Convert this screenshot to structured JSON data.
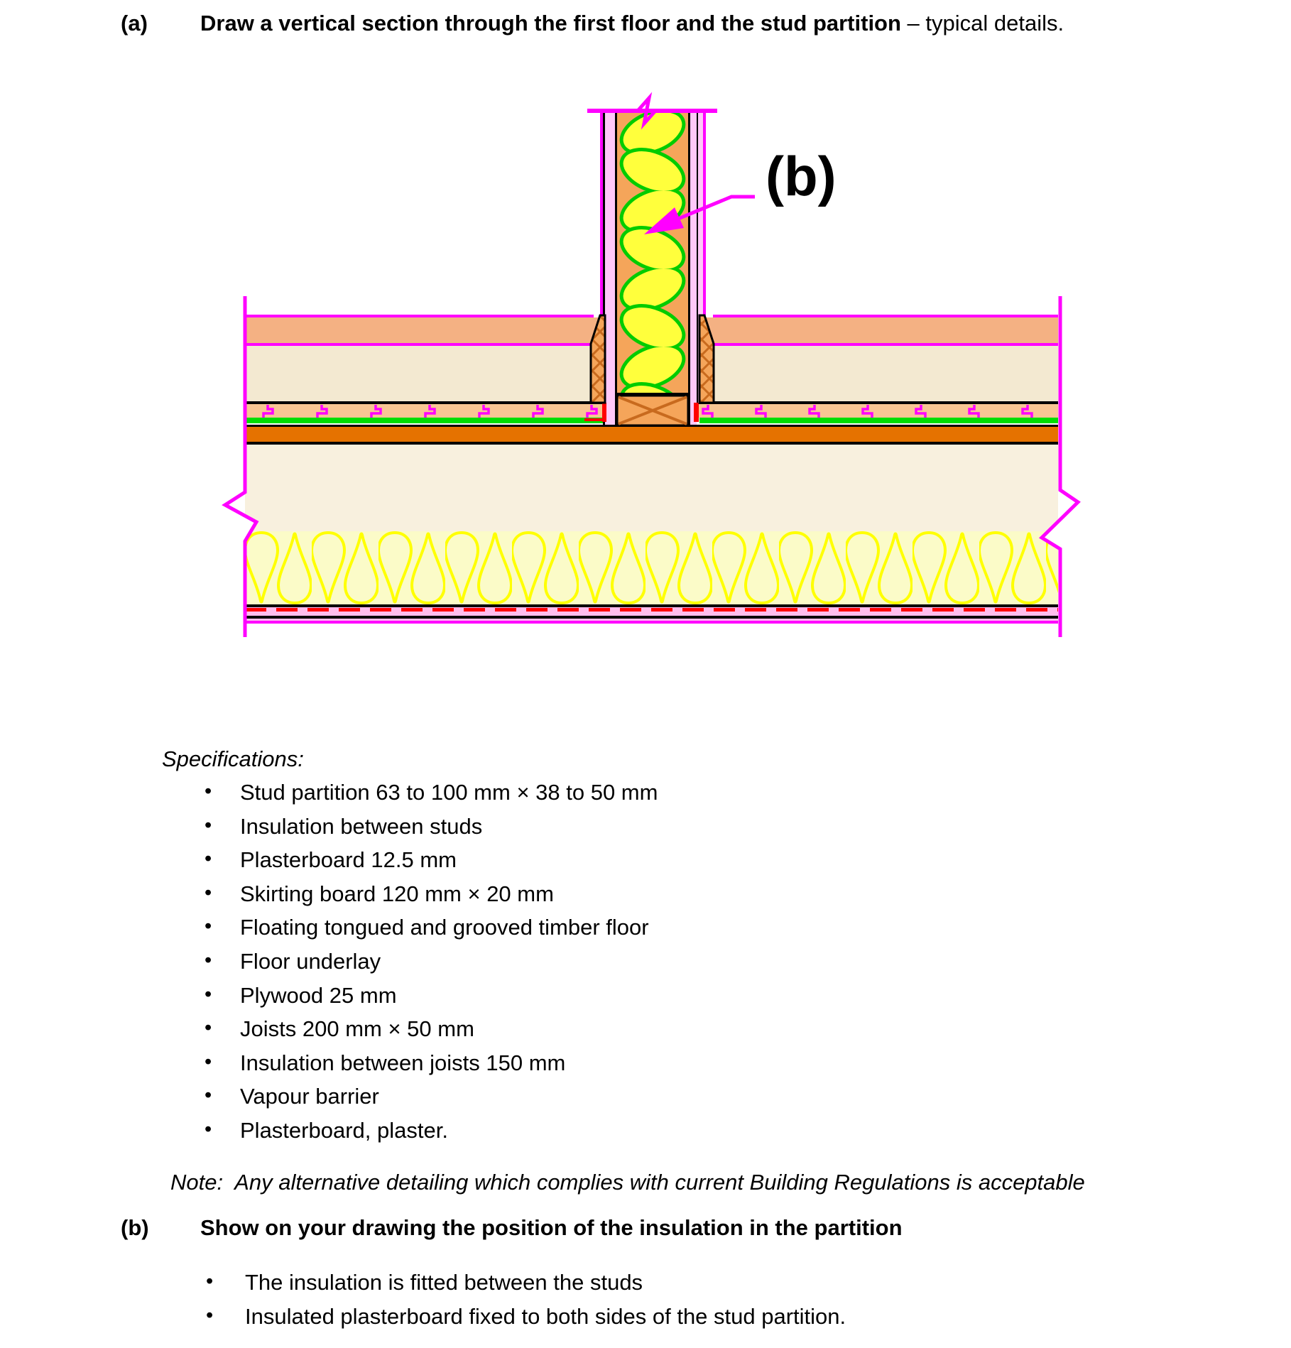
{
  "header": {
    "index": "(a)",
    "title_bold": "Draw a vertical section through the first floor and the stud partition",
    "title_tail": " – typical details."
  },
  "drawing": {
    "label_b": "(b)",
    "colors": {
      "magenta": "#FF00FF",
      "plasterboard_pink": "#FFC8F8",
      "vapour_pink": "#FFBDED",
      "salmon_band": "#F4B183",
      "floorboard": "#F8C693",
      "cream_band": "#F3E9D1",
      "joist_cream": "#F8F0DE",
      "underlay_green": "#00DD00",
      "plywood_orange": "#E57200",
      "timber_orange": "#F5A55A",
      "hatch_orange": "#C86A1E",
      "insulation_yellow": "#FFFF3C",
      "insulation_outline_green": "#00CC00",
      "floor_insulation_fill": "#FBFBC8",
      "floor_insulation_outline": "#FFFF00",
      "vapour_red": "#FF0000"
    }
  },
  "specifications": {
    "heading": "Specifications:",
    "bullet": "•",
    "items": [
      "Stud partition 63 to 100 mm × 38 to 50 mm",
      "Insulation between studs",
      "Plasterboard 12.5 mm",
      "Skirting board 120 mm × 20 mm",
      "Floating tongued and grooved timber floor",
      "Floor underlay",
      "Plywood 25 mm",
      "Joists 200 mm × 50 mm",
      "Insulation between joists 150 mm",
      "Vapour barrier",
      "Plasterboard, plaster."
    ]
  },
  "note": {
    "prefix": "Note:",
    "text": "  Any alternative detailing which complies with current Building Regulations is acceptable"
  },
  "part_b": {
    "index": "(b)",
    "title": "Show on your drawing the position of the insulation in the partition",
    "bullet": "•",
    "items": [
      "The insulation is fitted between the studs",
      "Insulated plasterboard fixed to both sides of the stud partition."
    ]
  }
}
